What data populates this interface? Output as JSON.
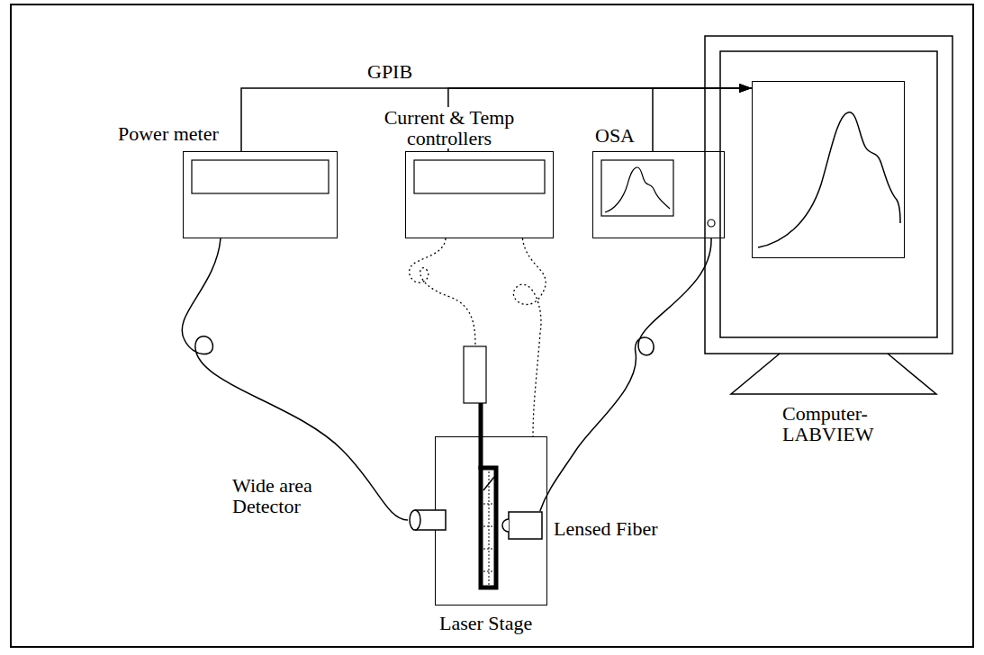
{
  "diagram": {
    "nodes": [
      {
        "text": [
          "Power meter"
        ]
      },
      {
        "text": [
          "Current & Temp controllers"
        ]
      },
      {
        "text": [
          "OSA"
        ]
      },
      {
        "text": [
          "Computer- LABVIEW"
        ]
      },
      {
        "text": [
          "Laser Stage"
        ]
      },
      {
        "text": [
          "Wide area Detector"
        ]
      },
      {
        "text": [
          "Lensed Fiber"
        ]
      }
    ],
    "edges": [
      {
        "from": 0,
        "to": 3,
        "arrow": "to"
      },
      {
        "from": 1,
        "to": 3,
        "arrow": "to"
      },
      {
        "from": 2,
        "to": 3,
        "arrow": "to"
      },
      {
        "from": 0,
        "to": 5,
        "arrow": "none"
      },
      {
        "from": 2,
        "to": 6,
        "arrow": "none"
      },
      {
        "from": 1,
        "to": 4,
        "arrow": "none"
      }
    ],
    "labels": [
      "GPIB"
    ]
  }
}
